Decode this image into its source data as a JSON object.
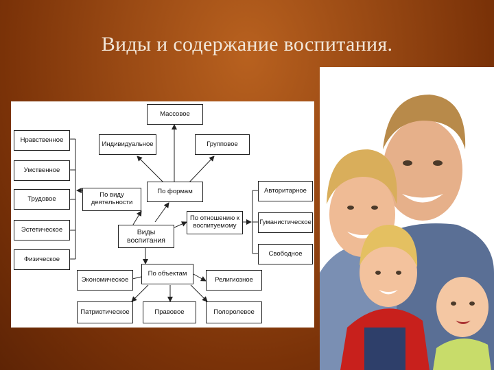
{
  "slide": {
    "title": "Виды и содержание воспитания."
  },
  "diagram": {
    "center": "Виды воспитания",
    "by_form": {
      "label": "По формам",
      "items": [
        "Массовое",
        "Индивидуальное",
        "Групповое"
      ]
    },
    "by_activity": {
      "label": "По виду деятельности",
      "items": [
        "Нравственное",
        "Умственное",
        "Трудовое",
        "Эстетическое",
        "Физическое"
      ]
    },
    "by_relation": {
      "label": "По отношению к воспитуемому",
      "items": [
        "Авторитарное",
        "Гуманистическое",
        "Свободное"
      ]
    },
    "by_object": {
      "label": "По объектам",
      "items": [
        "Экономическое",
        "Религиозное",
        "Патриотическое",
        "Правовое",
        "Полоролевое"
      ]
    }
  },
  "photo": {
    "description_icon": "family-photo"
  }
}
